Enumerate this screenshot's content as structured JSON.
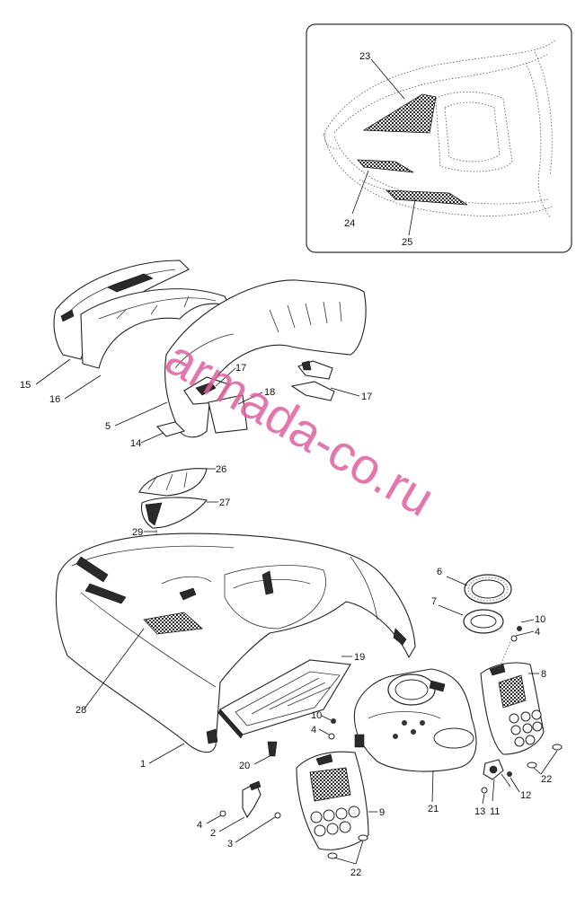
{
  "watermark": "armada-co.ru",
  "inset_labels": [
    "23",
    "24",
    "25"
  ],
  "callouts": {
    "c15": "15",
    "c16": "16",
    "c5": "5",
    "c14": "14",
    "c17a": "17",
    "c18": "18",
    "c17b": "17",
    "c26": "26",
    "c27": "27",
    "c29": "29",
    "c6": "6",
    "c7": "7",
    "c10a": "10",
    "c4a": "4",
    "c8": "8",
    "c19": "19",
    "c28": "28",
    "c1": "1",
    "c10b": "10",
    "c4b": "4",
    "c20": "20",
    "c21": "21",
    "c22a": "22",
    "c12": "12",
    "c13": "13",
    "c11": "11",
    "c4c": "4",
    "c2": "2",
    "c3": "3",
    "c9": "9",
    "c22b": "22"
  }
}
